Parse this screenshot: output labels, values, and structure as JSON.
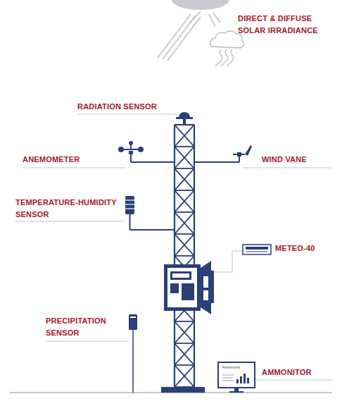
{
  "diagram": {
    "labels": [
      "DIRECT & DIFFUSE SOLAR IRRADIANCE",
      "RADIATION SENSOR",
      "ANEMOMETER",
      "WIND VANE",
      "TEMPERATURE-HUMIDITY SENSOR",
      "METEO-40",
      "PRECIPITATION SENSOR",
      "AMMONITOR",
      "Ammonit"
    ]
  }
}
